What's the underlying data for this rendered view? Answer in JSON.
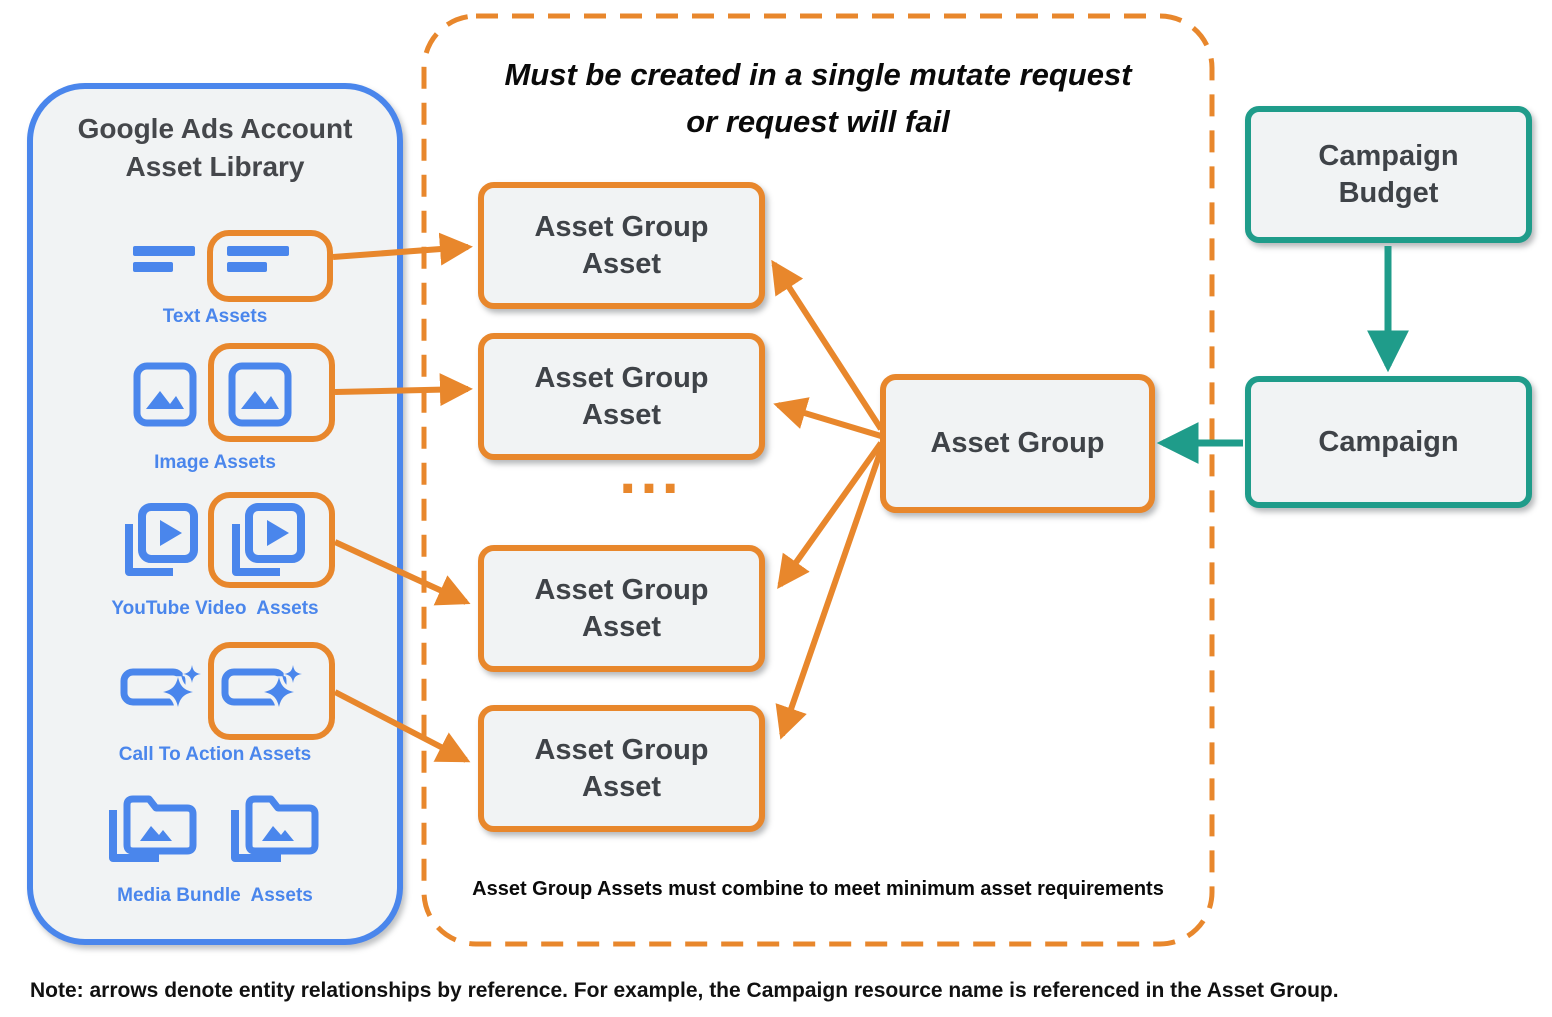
{
  "colors": {
    "orange": "#E8872C",
    "blue": "#4A86EC",
    "teal": "#1F9C8A",
    "node_fill": "#F1F3F4",
    "dark_text": "#3F4348"
  },
  "library": {
    "title_line1": "Google Ads Account",
    "title_line2": "Asset Library",
    "items": [
      {
        "label": "Text Assets",
        "icon": "text-lines-icon"
      },
      {
        "label": "Image Assets",
        "icon": "image-icon"
      },
      {
        "label": "YouTube Video  Assets",
        "icon": "video-stack-icon"
      },
      {
        "label": "Call To Action Assets",
        "icon": "cta-sparkle-icon"
      },
      {
        "label": "Media Bundle  Assets",
        "icon": "media-bundle-icon"
      }
    ]
  },
  "mutate_group": {
    "title_line1": "Must be created in a single mutate request",
    "title_line2": "or request will fail",
    "asset_group_assets": [
      {
        "line1": "Asset Group",
        "line2": "Asset"
      },
      {
        "line1": "Asset Group",
        "line2": "Asset"
      },
      {
        "line1": "Asset Group",
        "line2": "Asset"
      },
      {
        "line1": "Asset Group",
        "line2": "Asset"
      }
    ],
    "ellipsis": "...",
    "asset_group_label": "Asset Group",
    "footnote": "Asset Group Assets must combine to meet minimum asset requirements"
  },
  "campaign_side": {
    "budget_line1": "Campaign",
    "budget_line2": "Budget",
    "campaign_label": "Campaign"
  },
  "note": "Note: arrows denote entity relationships by reference. For example, the Campaign resource name is referenced in the Asset Group."
}
